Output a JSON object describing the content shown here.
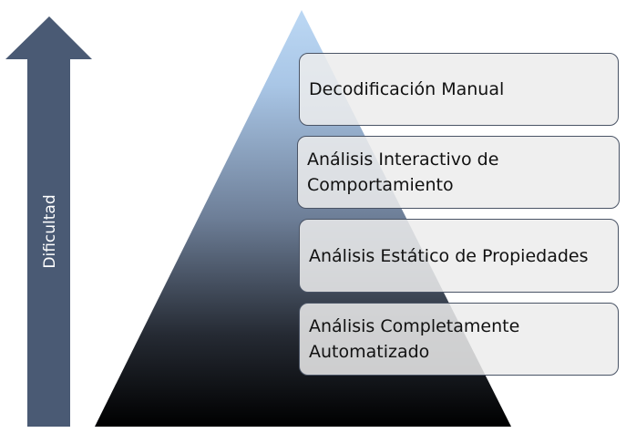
{
  "axis": {
    "label": "Dificultad"
  },
  "levels": [
    {
      "label": "Decodificación Manual"
    },
    {
      "label": "Análisis Interactivo de Comportamiento"
    },
    {
      "label": "Análisis Estático de Propiedades"
    },
    {
      "label": "Análisis Completamente Automatizado"
    }
  ],
  "colors": {
    "arrow": "#4a5a74",
    "pyramid_top": "#bcd8f4",
    "pyramid_mid": "#6d7e97",
    "pyramid_bottom": "#000000",
    "box_fill": "#ececec",
    "box_border": "#4a5466"
  }
}
